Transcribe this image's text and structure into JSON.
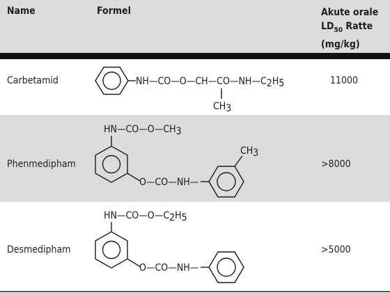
{
  "header": {
    "name": "Name",
    "formula": "Formel",
    "tox_line1": "Akute orale",
    "tox_ld": "LD",
    "tox_ld_sub": "50",
    "tox_ratte": " Ratte",
    "tox_line3": "(mg/kg)"
  },
  "rows": [
    {
      "name": "Carbetamid",
      "value": "11000",
      "formula": {
        "chain": "NH—CO—O—CH—CO—NH—C",
        "chain_sub1": "2",
        "chain_tail": "H",
        "chain_sub2": "5",
        "branch": "CH",
        "branch_sub": "3"
      }
    },
    {
      "name": "Phenmedipham",
      "value": ">8000",
      "formula": {
        "top": "HN—CO—O—CH",
        "top_sub": "3",
        "bottom": "O—CO—NH—",
        "methyl": "CH",
        "methyl_sub": "3"
      }
    },
    {
      "name": "Desmedipham",
      "value": ">5000",
      "formula": {
        "top": "HN—CO—O—C",
        "top_sub1": "2",
        "top_tail": "H",
        "top_sub2": "5",
        "bottom": "O—CO—NH—"
      }
    }
  ]
}
